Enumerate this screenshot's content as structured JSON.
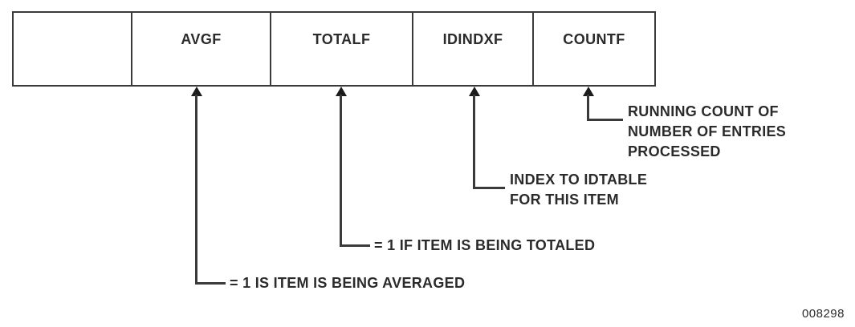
{
  "figure": {
    "id_label": "008298",
    "colors": {
      "line": "#3a3a3a",
      "arrow": "#1c1c1c",
      "text": "#2b2b2b",
      "background": "#ffffff"
    }
  },
  "field_table": {
    "cells": [
      {
        "label": "",
        "name": "cell-empty"
      },
      {
        "label": "AVGF",
        "name": "cell-avgf"
      },
      {
        "label": "TOTALF",
        "name": "cell-totalf"
      },
      {
        "label": "IDINDXF",
        "name": "cell-idindxf"
      },
      {
        "label": "COUNTF",
        "name": "cell-countf"
      }
    ]
  },
  "callouts": [
    {
      "target": "COUNTF",
      "lines": [
        "RUNNING COUNT OF",
        "NUMBER OF ENTRIES",
        "PROCESSED"
      ],
      "text": "RUNNING COUNT OF\nNUMBER OF ENTRIES\nPROCESSED"
    },
    {
      "target": "IDINDXF",
      "lines": [
        "INDEX TO IDTABLE",
        "FOR THIS ITEM"
      ],
      "text": "INDEX TO IDTABLE\nFOR THIS ITEM"
    },
    {
      "target": "TOTALF",
      "lines": [
        "= 1 IF ITEM IS BEING TOTALED"
      ],
      "text": "= 1 IF ITEM IS BEING TOTALED"
    },
    {
      "target": "AVGF",
      "lines": [
        "= 1 IS ITEM IS BEING AVERAGED"
      ],
      "text": "= 1 IS ITEM IS BEING AVERAGED"
    }
  ]
}
